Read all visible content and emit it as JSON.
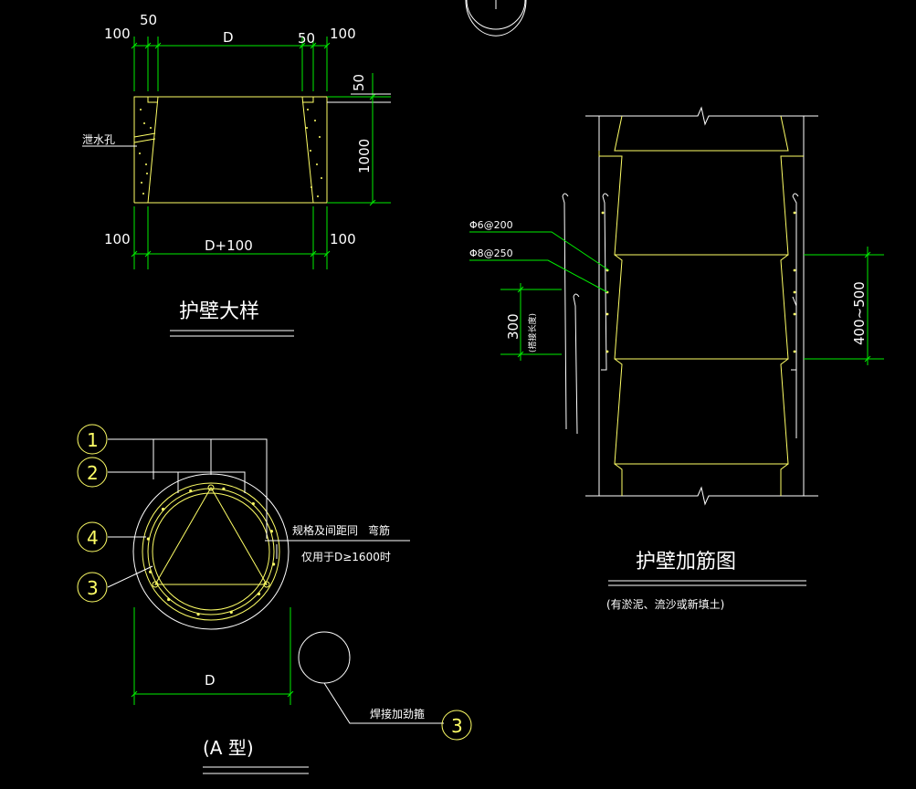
{
  "detail1": {
    "title": "护壁大样",
    "dims_top": [
      "100",
      "50",
      "D",
      "50",
      "100"
    ],
    "dims_bottom": [
      "100",
      "D+100",
      "100"
    ],
    "dim_right_top": "50",
    "dim_right": "1000",
    "label_hole": "泄水孔"
  },
  "detail2": {
    "title": "护壁加筋图",
    "subtitle": "(有淤泥、流沙或新填土)",
    "rebar1": "Φ6@200",
    "rebar2": "Φ8@250",
    "dim_left": "300",
    "dim_left_note": "(搭接长度)",
    "dim_right": "400~500"
  },
  "detail3": {
    "title": "(A  型)",
    "dim": "D",
    "note1_a": "规格及间距同",
    "note1_b": "弯筋",
    "note2": "仅用于D≥1600时",
    "weld_label": "焊接加劲箍",
    "markers": [
      "1",
      "2",
      "4",
      "3"
    ],
    "marker_weld": "3"
  },
  "colors": {
    "background": "#000000",
    "dimension": "#00ee00",
    "outline": "#ffff66",
    "text": "#ffffff"
  }
}
